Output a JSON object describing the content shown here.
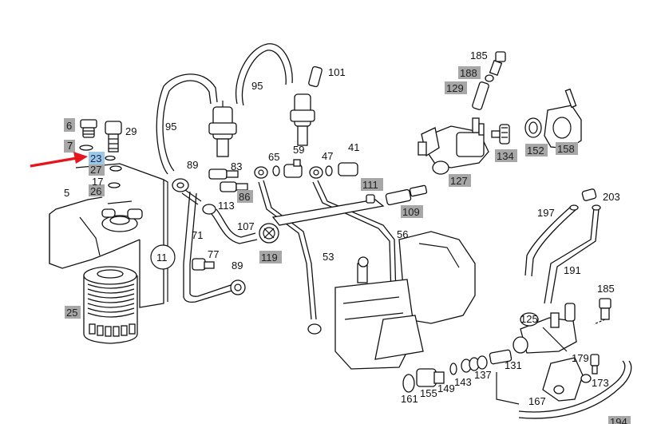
{
  "diagram": {
    "selected_part": "23",
    "colors": {
      "label_highlight": "#a7a7a7",
      "label_selected": "#9ec7e6",
      "arrow": "#e8141b",
      "line": "#111111"
    },
    "labels": {
      "p6": "6",
      "p7": "7",
      "p23": "23",
      "p27": "27",
      "p26": "26",
      "p5": "5",
      "p25": "25",
      "p29": "29",
      "p17": "17",
      "p11": "11",
      "p95a": "95",
      "p95b": "95",
      "p101": "101",
      "p89a": "89",
      "p83": "83",
      "p86": "86",
      "p113": "113",
      "p71": "71",
      "p107": "107",
      "p119": "119",
      "p77": "77",
      "p89b": "89",
      "p65": "65",
      "p59": "59",
      "p47": "47",
      "p41": "41",
      "p53": "53",
      "p56": "56",
      "p111": "111",
      "p109": "109",
      "p185a": "185",
      "p188": "188",
      "p129": "129",
      "p134": "134",
      "p152": "152",
      "p158": "158",
      "p127": "127",
      "p197": "197",
      "p203": "203",
      "p191": "191",
      "p185b": "185",
      "p125": "125",
      "p179": "179",
      "p173": "173",
      "p131": "131",
      "p137": "137",
      "p143": "143",
      "p149": "149",
      "p155": "155",
      "p161": "161",
      "p167": "167",
      "p194": "194"
    }
  }
}
